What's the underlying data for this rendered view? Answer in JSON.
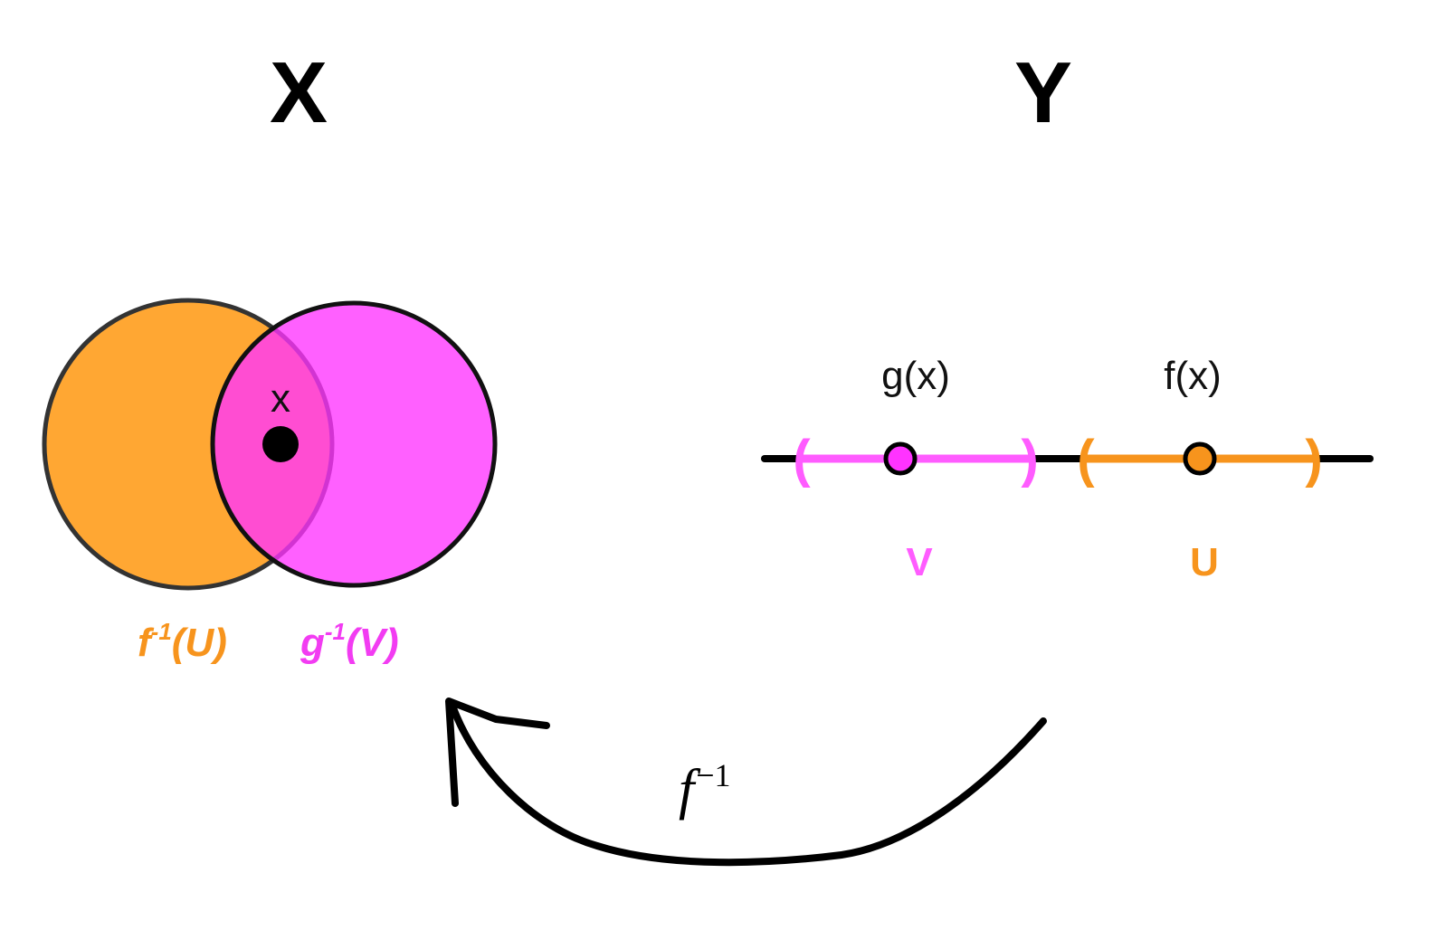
{
  "domain_space": {
    "label": "X"
  },
  "codomain_space": {
    "label": "Y"
  },
  "point_label": "x",
  "preimages": {
    "f_inv_U": {
      "func": "f",
      "exp": "-1",
      "arg": "(U)"
    },
    "g_inv_V": {
      "func": "g",
      "exp": "-1",
      "arg": "(V)"
    }
  },
  "line_points": {
    "gx": "g(x)",
    "fx": "f(x)"
  },
  "intervals": {
    "V": {
      "label": "V",
      "open": "(",
      "close": ")"
    },
    "U": {
      "label": "U",
      "open": "(",
      "close": ")"
    }
  },
  "map_arrow": {
    "func": "f",
    "exp": "−1"
  },
  "colors": {
    "orange": "#FFA733",
    "magenta": "#FF5CFF",
    "orange_text": "#F7941D",
    "magenta_text": "#F23CF2",
    "outline": "#111111"
  }
}
